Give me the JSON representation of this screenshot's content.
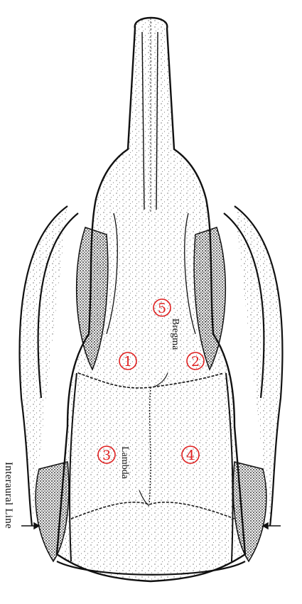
{
  "labels": {
    "bregma": "Bregma",
    "lambda": "Lambda",
    "interaural": "Interaural Line"
  },
  "sites": [
    {
      "id": 1,
      "text": "1"
    },
    {
      "id": 2,
      "text": "2"
    },
    {
      "id": 3,
      "text": "3"
    },
    {
      "id": 4,
      "text": "4"
    },
    {
      "id": 5,
      "text": "5"
    }
  ],
  "colors": {
    "marker": "#e02020",
    "ink": "#111111",
    "bone_shade": "#2a2a2a"
  }
}
